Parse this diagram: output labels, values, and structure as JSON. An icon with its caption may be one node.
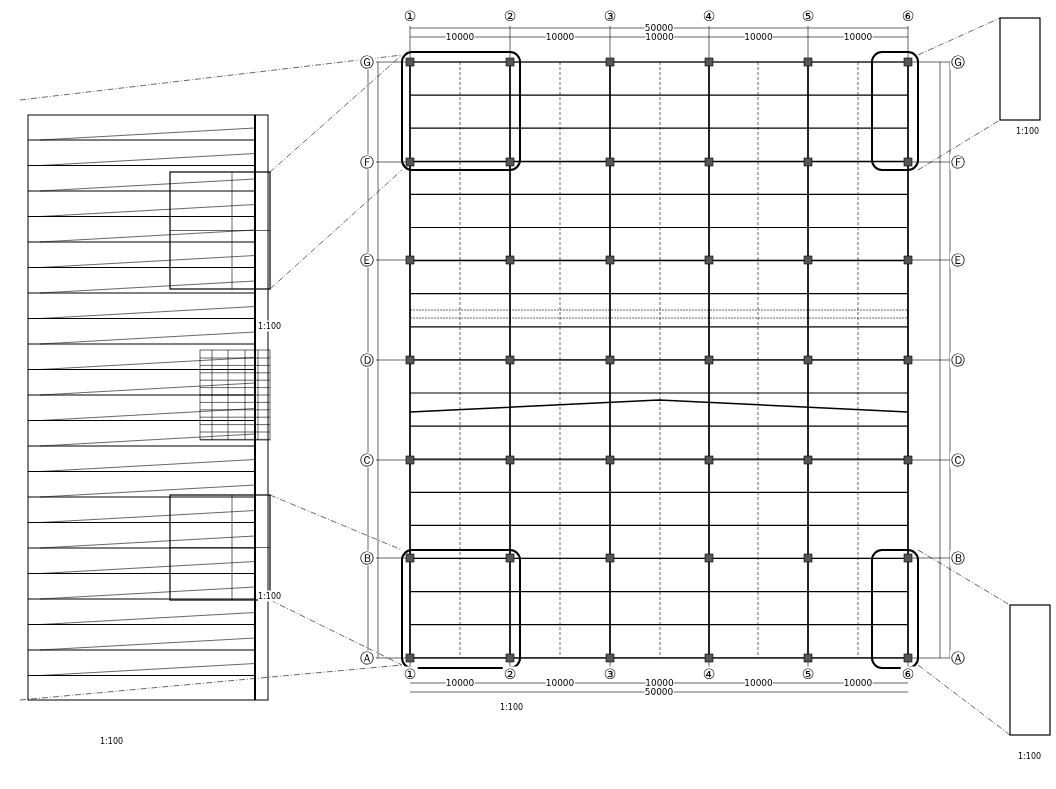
{
  "diagram": {
    "labels": [
      "①",
      "②",
      "③",
      "④",
      "⑤",
      "⑥",
      "50000",
      "10000",
      "10000",
      "10000",
      "10000",
      "10000",
      "Ⓖ",
      "Ⓖ",
      "Ⓕ",
      "Ⓕ",
      "Ⓔ",
      "Ⓔ",
      "Ⓓ",
      "Ⓓ",
      "Ⓒ",
      "Ⓒ",
      "Ⓑ",
      "Ⓑ",
      "Ⓐ",
      "Ⓐ",
      "10000",
      "10000",
      "10000",
      "10000",
      "10000",
      "50000",
      "①",
      "②",
      "③",
      "④",
      "⑤",
      "⑥",
      "1:100",
      "1:100",
      "1:100",
      "1:100",
      "1:100",
      "1:100"
    ]
  }
}
